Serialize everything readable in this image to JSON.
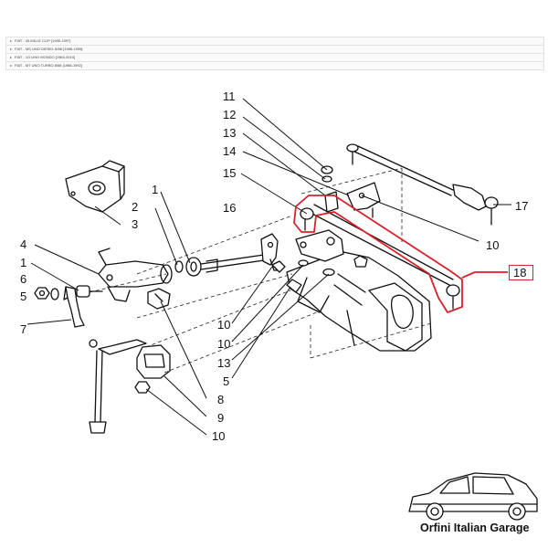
{
  "models": [
    {
      "label": "FIAT - 45 MILLE CLIP [1995-1997]"
    },
    {
      "label": "FIAT - MS UNO DIESEL 8/88 [1988-1995]"
    },
    {
      "label": "FIAT - 1G UNO MONDO [1983-2010]"
    },
    {
      "label": "FIAT - MT UNO TURBO 8/88 [1988-1992]"
    }
  ],
  "callouts": {
    "c1a": "1",
    "c1b": "1",
    "c2": "2",
    "c3": "3",
    "c4": "4",
    "c5a": "5",
    "c5b": "5",
    "c6": "6",
    "c7": "7",
    "c8": "8",
    "c9": "9",
    "c10a": "10",
    "c10b": "10",
    "c10c": "10",
    "c10d": "10",
    "c11": "11",
    "c12": "12",
    "c13a": "13",
    "c13b": "13",
    "c14": "14",
    "c15": "15",
    "c16": "16",
    "c17": "17",
    "c18": "18"
  },
  "highlight_color": "#d6222d",
  "brand": "Orfini Italian Garage"
}
